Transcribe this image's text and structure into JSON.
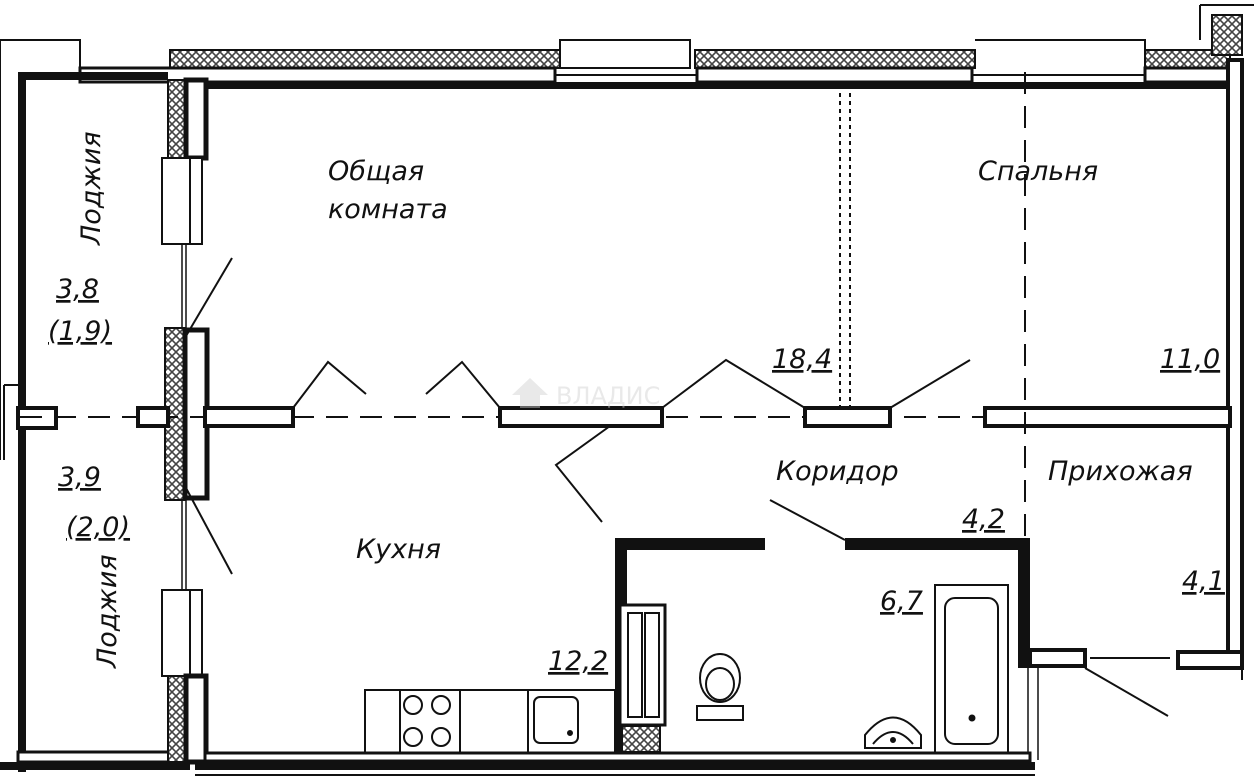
{
  "colors": {
    "wall": "#111111",
    "hatch": "#444444",
    "window": "#ffffff",
    "background": "#ffffff",
    "watermark": "#cfcfcf"
  },
  "rooms": {
    "living": {
      "name_line1": "Общая",
      "name_line2": "комната",
      "area": "18,4"
    },
    "bedroom": {
      "name": "Спальня",
      "area": "11,0"
    },
    "kitchen": {
      "name": "Кухня",
      "area": "12,2"
    },
    "corridor": {
      "name": "Коридор",
      "area": "4,2"
    },
    "hall": {
      "name": "Прихожая",
      "area": "4,1"
    },
    "bathroom": {
      "area": "6,7"
    },
    "loggia_top": {
      "name": "Лоджия",
      "area": "3,8",
      "reduced_area": "(1,9)"
    },
    "loggia_bottom": {
      "name": "Лоджия",
      "area": "3,9",
      "reduced_area": "(2,0)"
    }
  },
  "fixtures": [
    "stove-icon",
    "sink-icon",
    "toilet-icon",
    "bathtub-icon",
    "washbasin-icon"
  ],
  "watermark": {
    "text": "ВЛАДИС"
  }
}
